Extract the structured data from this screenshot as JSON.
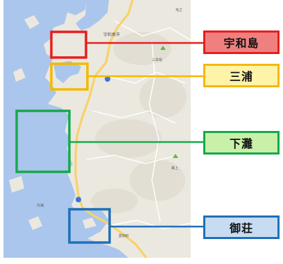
{
  "map": {
    "place_labels": {
      "city": "宇和島市",
      "town": "愛南町",
      "area_west": "内海",
      "area_east": "三本松",
      "small_north": "毛之",
      "small_mid": "森上"
    },
    "colors": {
      "sea": "#aac6ec",
      "land": "#ebe8e0",
      "road_major": "#f7d26a",
      "road_minor": "#ffffff"
    }
  },
  "labels": [
    {
      "text": "宇和島",
      "color": "#e61e1e"
    },
    {
      "text": "三浦",
      "color": "#f5b800"
    },
    {
      "text": "下灘",
      "color": "#16a84a"
    },
    {
      "text": "御荘",
      "color": "#1f6fb8"
    }
  ]
}
